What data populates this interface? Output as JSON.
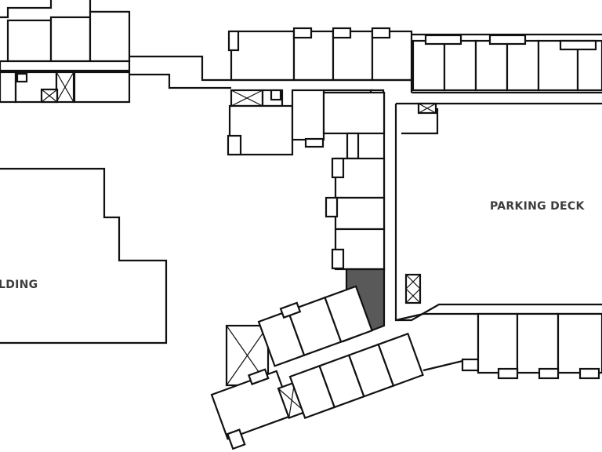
{
  "labels": {
    "parking_deck": "PARKING DECK",
    "building": "LDING"
  },
  "colors": {
    "background": "#ffffff",
    "line": "#111111",
    "highlight_unit": "#595959",
    "label_text": "#3d3d3d"
  },
  "highlighted_unit": {
    "state": "selected"
  }
}
